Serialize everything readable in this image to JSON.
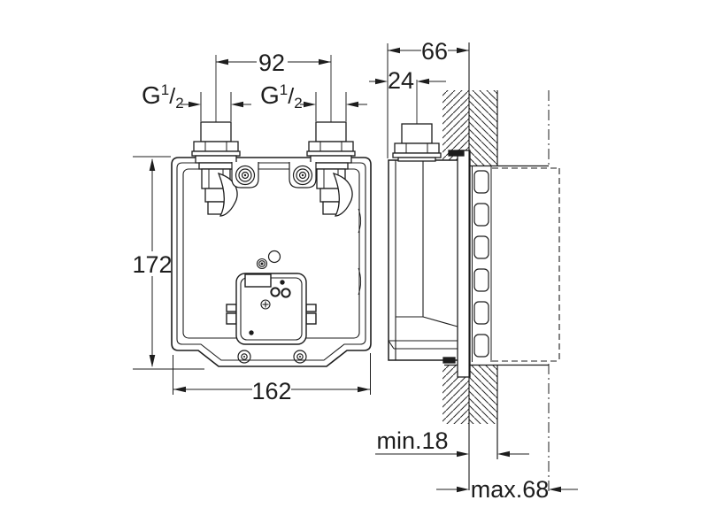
{
  "page": {
    "background": "#ffffff",
    "line_color": "#1d1d1d"
  },
  "drawing": {
    "type": "technical-installation-drawing",
    "views": {
      "front": "front view of concealed mounting box with two shut-off valves",
      "side": "side section view of box recessed in wall"
    },
    "labels": {
      "dim_pipe_spacing": "92",
      "thread_g": "G",
      "thread_numerator": "1",
      "thread_slash": "/",
      "thread_denominator": "2",
      "dim_total_depth": "66",
      "dim_pipe_offset": "24",
      "dim_height": "172",
      "dim_width": "162",
      "dim_min_finish": "min.18",
      "dim_max_finish": "max.68"
    }
  }
}
